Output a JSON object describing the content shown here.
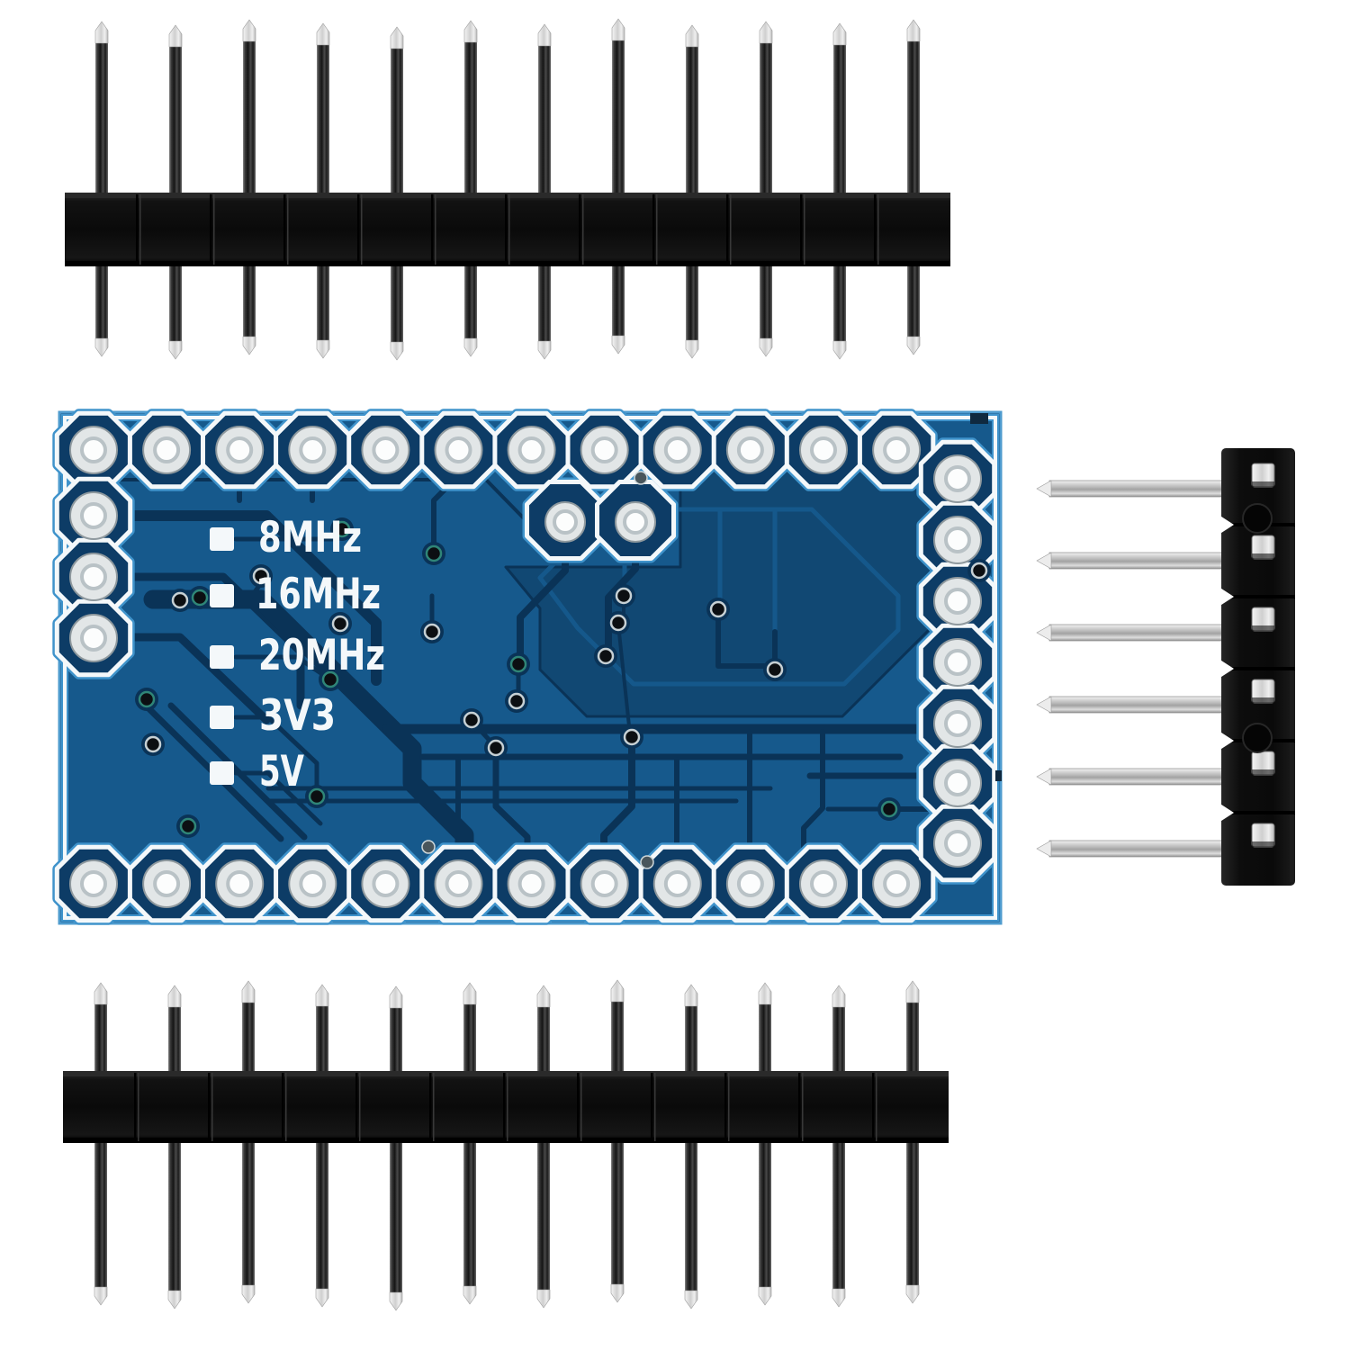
{
  "scene": {
    "type": "product-photo",
    "subject": "Blue microcontroller PCB back side with unsoldered male pin header strips",
    "background_color": "#ffffff"
  },
  "pcb": {
    "name": "pro-mini-pcb-solder-side",
    "labels": [
      "8MHz",
      "16MHz",
      "20MHz",
      "3V3",
      "5V"
    ],
    "holes": {
      "top_row": 12,
      "bottom_row": 12,
      "left_column": 3,
      "right_column": 7,
      "crystal_pads": 2
    },
    "colors": {
      "mask": "#16598c",
      "pour": "#114873",
      "trace": "#0a3357",
      "channel": "#15588b",
      "pad_field": "#0d3c66",
      "silk": "#f4f8fa",
      "silk_fringe": "#3f93cb",
      "board_edge": "#4e9bce",
      "pad_ring": "#e2e6e7",
      "pad_hole": "#fcfdfd",
      "via_ring_teal": "#2f8577",
      "via_ring_gray": "#c6d0d4",
      "via_center": "#0c0f12",
      "via_halo": "#0a3357"
    }
  },
  "headers": {
    "top": {
      "name": "12-pin straight male pin header",
      "pins": 12,
      "plastic_color": "#0b0b0b",
      "pin_dark": "#2b2b2b",
      "pin_tip": "#e9e9e9"
    },
    "bottom": {
      "name": "12-pin straight male pin header",
      "pins": 12,
      "plastic_color": "#0b0b0b",
      "pin_dark": "#2b2b2b",
      "pin_tip": "#e9e9e9"
    },
    "right": {
      "name": "6-pin right-angle male pin header",
      "pins": 6,
      "plastic_color": "#0e0e0e",
      "pin_silver": "#c9c9c9"
    }
  }
}
